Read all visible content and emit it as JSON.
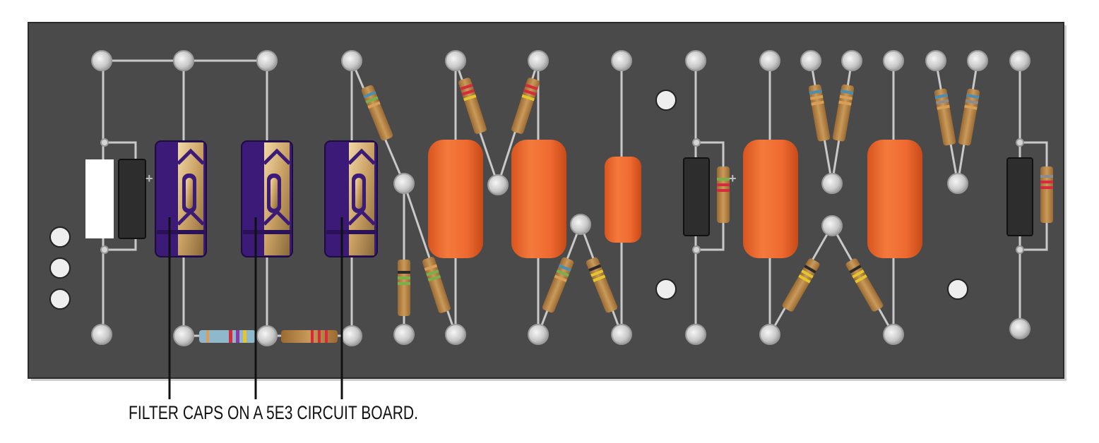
{
  "caption": "FILTER CAPS ON A 5E3 CIRCUIT BOARD.",
  "polarity_mark": "+",
  "colors": {
    "board": "#4a4a4a",
    "board_edge": "#2b2b2b",
    "wire": "#c9c9c9",
    "eyelet": "#d4d4d4",
    "electrolytic_cap": "#3b1a78",
    "electrolytic_stripe": "#c9a86a",
    "film_cap": "#ee6a30",
    "resistor_body": "#b8864a",
    "diode_body": "#2d2d2d",
    "callout_line": "#111111"
  },
  "components": {
    "filter_caps": 3,
    "film_caps": 5,
    "diode_caps": 3,
    "callouts": 3
  }
}
